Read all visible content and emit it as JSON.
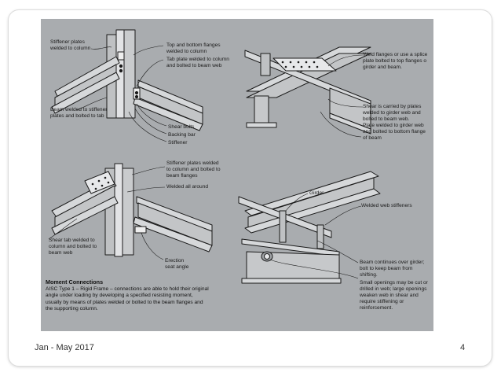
{
  "slide": {
    "footer_date": "Jan - May 2017",
    "page_number": "4"
  },
  "figure": {
    "top_left": {
      "stiffener_plates": "Stiffener plates\nwelded to column",
      "top_bottom_flanges": "Top and bottom flanges\nwelded to column",
      "tab_plate": "Tab plate welded to column\nand bolted to beam web",
      "beam_welded": "Beam welded to stiffener\nplates and bolted to tab",
      "shear_bolts": "Shear bolts",
      "backing_bar": "Backing bar",
      "stiffener": "Stiffener"
    },
    "top_right": {
      "weld_flanges": "Weld flanges or use a splice\nplate bolted to top flanges o\ngirder and beam.",
      "shear_carried": "Shear is carried by plates\nwelded to girder web and\nbolted to beam web.\nPlate welded to girder web\nand bolted to bottom flange\nof beam"
    },
    "bottom_left": {
      "stiffener_plates_welded": "Stiffener plates welded\nto column and bolted to\nbeam flanges",
      "welded_all_around": "Welded all around",
      "shear_tab": "Shear tab welded to\ncolumn and bolted to\nbeam web",
      "erection_seat": "Erection\nseat angle"
    },
    "bottom_right": {
      "girder": "Girder",
      "welded_web_stiffeners": "Welded web stiffeners",
      "beam_continues": "Beam continues over girder;\nbolt to keep beam from\nshifting.",
      "small_openings": "Small openings may be cut or\ndrilled in web; large openings\nweaken web in shear and\nrequire stiffening or\nreinforcement."
    },
    "moment_connections": {
      "title": "Moment Connections",
      "body": "AISC Type 1 – Rigid Frame – connections are able to hold their original angle under loading by developing a specified resisting moment, usually by means of plates welded or bolted to the beam flanges and the supporting column."
    }
  },
  "colors": {
    "scan_background": "#a9acaf",
    "line": "#1a1a1a",
    "steel_face": "#d6d8da"
  }
}
